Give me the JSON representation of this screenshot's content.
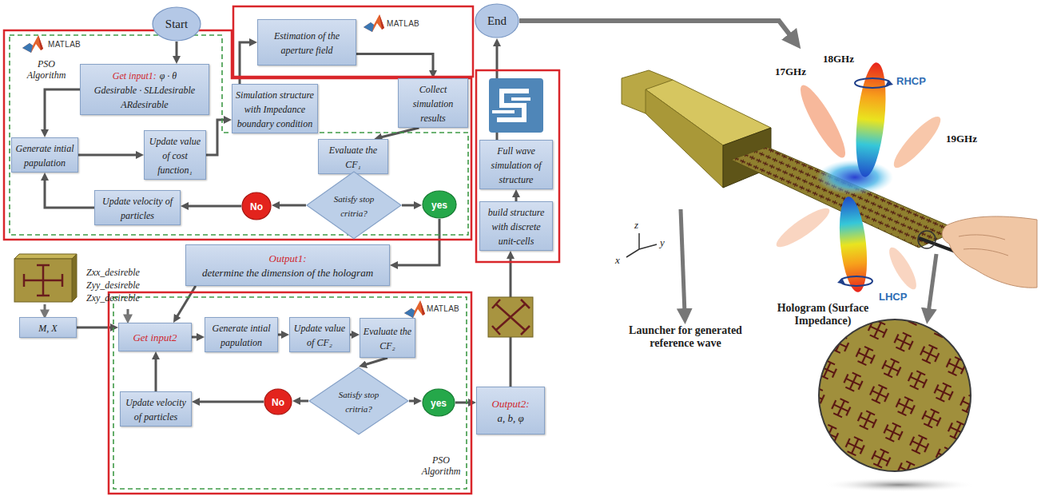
{
  "diagram": {
    "nodes": [
      {
        "text": [
          "Start"
        ]
      },
      {
        "text": [
          "Get input1:",
          "φ · θ",
          "Gdesirable · SLLdesirable ARdesirable"
        ]
      },
      {
        "text": [
          "Generate intial papulation"
        ]
      },
      {
        "text": [
          "Update value of cost function₁"
        ]
      },
      {
        "text": [
          "Simulation structure with Impedance boundary condition"
        ]
      },
      {
        "text": [
          "Estimation of the aperture field"
        ]
      },
      {
        "text": [
          "Collect simulation results"
        ]
      },
      {
        "text": [
          "Evaluate the CF₁"
        ]
      },
      {
        "text": [
          "Satisfy stop critria?"
        ]
      },
      {
        "text": [
          "No"
        ]
      },
      {
        "text": [
          "yes"
        ]
      },
      {
        "text": [
          "Update velocity of particles"
        ]
      },
      {
        "text": [
          "Output1:",
          "determine the dimension of the hologram"
        ]
      },
      {
        "text": [
          "M, X"
        ]
      },
      {
        "text": [
          "Get input2"
        ]
      },
      {
        "text": [
          "Generate intial papulation"
        ]
      },
      {
        "text": [
          "Update value of CF₂"
        ]
      },
      {
        "text": [
          "Evaluate the CF₂"
        ]
      },
      {
        "text": [
          "Satisfy stop critria?"
        ]
      },
      {
        "text": [
          "No"
        ]
      },
      {
        "text": [
          "yes"
        ]
      },
      {
        "text": [
          "Update velocity of particles"
        ]
      },
      {
        "text": [
          "Output2:",
          "a, b, φ"
        ]
      },
      {
        "text": [
          "build structure with discrete unit-cells"
        ]
      },
      {
        "text": [
          "Full wave simulation of structure"
        ]
      },
      {
        "text": [
          "End"
        ]
      }
    ],
    "edges": [
      {
        "from": 0,
        "to": 1,
        "arrow": "to"
      },
      {
        "from": 1,
        "to": 2,
        "arrow": "to"
      },
      {
        "from": 2,
        "to": 3,
        "arrow": "to"
      },
      {
        "from": 3,
        "to": 4,
        "arrow": "to"
      },
      {
        "from": 4,
        "to": 5,
        "arrow": "to"
      },
      {
        "from": 5,
        "to": 6,
        "arrow": "to"
      },
      {
        "from": 6,
        "to": 7,
        "arrow": "to"
      },
      {
        "from": 7,
        "to": 8,
        "arrow": "to"
      },
      {
        "from": 8,
        "to": 9,
        "arrow": "to"
      },
      {
        "from": 9,
        "to": 11,
        "arrow": "to"
      },
      {
        "from": 11,
        "to": 2,
        "arrow": "to"
      },
      {
        "from": 8,
        "to": 10,
        "arrow": "to"
      },
      {
        "from": 10,
        "to": 12,
        "arrow": "to"
      },
      {
        "from": 12,
        "to": 14,
        "arrow": "to"
      },
      {
        "from": 13,
        "to": 14,
        "arrow": "to"
      },
      {
        "from": 14,
        "to": 15,
        "arrow": "to"
      },
      {
        "from": 15,
        "to": 16,
        "arrow": "to"
      },
      {
        "from": 16,
        "to": 17,
        "arrow": "to"
      },
      {
        "from": 17,
        "to": 18,
        "arrow": "to"
      },
      {
        "from": 18,
        "to": 19,
        "arrow": "to"
      },
      {
        "from": 19,
        "to": 21,
        "arrow": "to"
      },
      {
        "from": 21,
        "to": 14,
        "arrow": "to"
      },
      {
        "from": 18,
        "to": 20,
        "arrow": "to"
      },
      {
        "from": 20,
        "to": 22,
        "arrow": "to"
      },
      {
        "from": 22,
        "to": 23,
        "arrow": "to"
      },
      {
        "from": 23,
        "to": 24,
        "arrow": "to"
      },
      {
        "from": 24,
        "to": 25,
        "arrow": "to"
      }
    ],
    "labels": [
      "MATLAB",
      "PSO Algorithm",
      "MATLAB",
      "Zxx_desireble",
      "Zyy_desireble",
      "Zxy_desireble",
      "MATLAB",
      "PSO Algorithm",
      "17GHz",
      "18GHz",
      "RHCP",
      "19GHz",
      "LHCP",
      "z",
      "x",
      "y",
      "Launcher for generated reference wave",
      "Hologram (Surface Impedance)"
    ]
  }
}
